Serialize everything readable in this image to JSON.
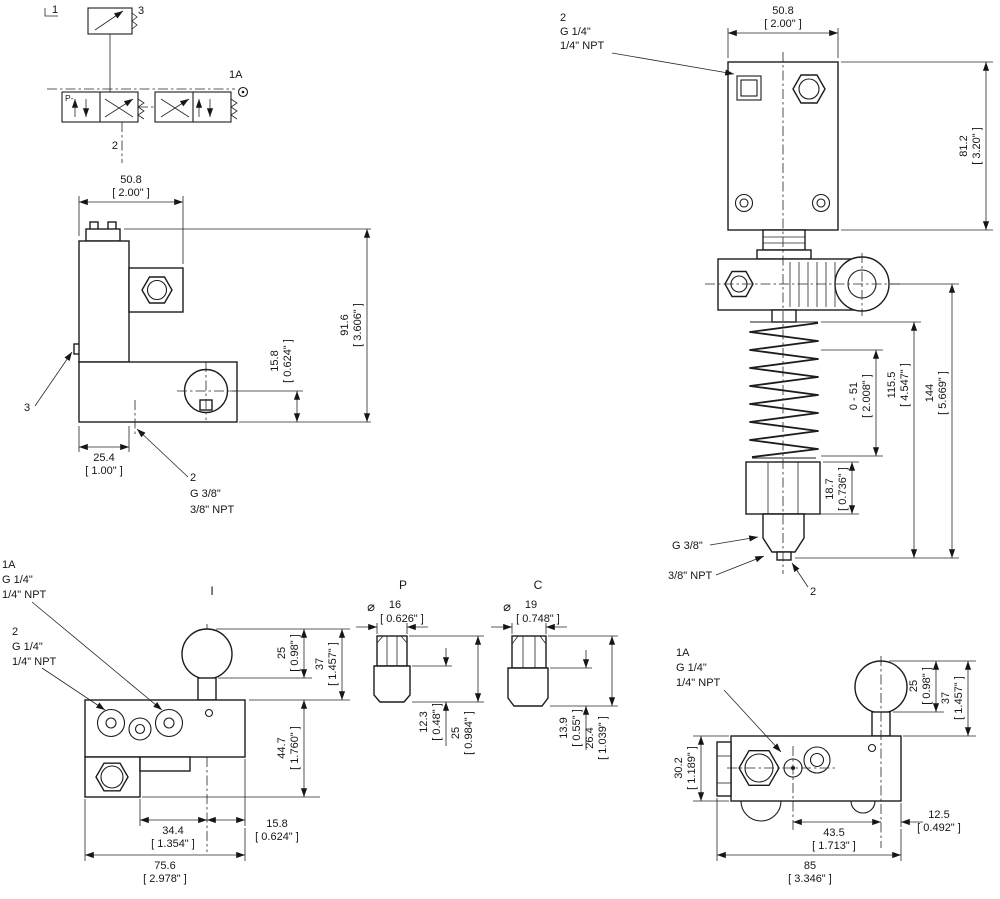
{
  "page": {
    "background": "#ffffff",
    "line_color": "#161616"
  },
  "schematic": {
    "r1": "1",
    "r3": "3",
    "r1a": "1A",
    "r2": "2",
    "p": "P-"
  },
  "side": {
    "w_mm": "50.8",
    "w_in": "[ 2.00\" ]",
    "h_mm": "91.6",
    "h_in": "[ 3.606\" ]",
    "o_mm": "15.8",
    "o_in": "[ 0.624\" ]",
    "b_mm": "25.4",
    "b_in": "[ 1.00\" ]",
    "r3": "3",
    "c2": "2",
    "c2g": "G 3/8\"",
    "c2npt": "3/8\" NPT"
  },
  "spring": {
    "w_mm": "50.8",
    "w_in": "[ 2.00\" ]",
    "c2": "2",
    "c2g": "G 1/4\"",
    "c2npt": "1/4\" NPT",
    "h1_mm": "81.2",
    "h1_in": "[ 3.20\" ]",
    "h2_mm": "144",
    "h2_in": "[ 5.669\" ]",
    "h3_mm": "115.5",
    "h3_in": "[ 4.547\" ]",
    "st_mm": "0 - 51",
    "st_in": "[ 2.008\" ]",
    "h4_mm": "18.7",
    "h4_in": "[ 0.736\" ]",
    "g38": "G 3/8\"",
    "npt38": "3/8\" NPT",
    "r2": "2"
  },
  "top": {
    "c1a": "1A",
    "c1ag": "G 1/4\"",
    "c1anpt": "1/4\" NPT",
    "c2": "2",
    "c2g": "G 1/4\"",
    "c2npt": "1/4\" NPT",
    "lever": "I",
    "d1_mm": "25",
    "d1_in": "[ 0.98\" ]",
    "d2_mm": "37",
    "d2_in": "[ 1.457\" ]",
    "d3_mm": "44.7",
    "d3_in": "[ 1.760\" ]",
    "d4_mm": "34.4",
    "d4_in": "[ 1.354\" ]",
    "d5_mm": "15.8",
    "d5_in": "[ 0.624\" ]",
    "d6_mm": "75.6",
    "d6_in": "[ 2.978\" ]"
  },
  "portP": {
    "label": "P",
    "phi": "⌀",
    "dia_mm": "16",
    "dia_in": "[ 0.626\" ]",
    "d1_mm": "12.3",
    "d1_in": "[ 0.48\" ]",
    "d2_mm": "25",
    "d2_in": "[ 0.984\" ]"
  },
  "portC": {
    "label": "C",
    "phi": "⌀",
    "dia_mm": "19",
    "dia_in": "[ 0.748\" ]",
    "d1_mm": "13.9",
    "d1_in": "[ 0.55\" ]",
    "d2_mm": "26.4",
    "d2_in": "[ 1.039\" ]"
  },
  "side2": {
    "c1a": "1A",
    "c1ag": "G 1/4\"",
    "c1anpt": "1/4\" NPT",
    "d1_mm": "25",
    "d1_in": "[ 0.98\" ]",
    "d2_mm": "37",
    "d2_in": "[ 1.457\" ]",
    "d3_mm": "30.2",
    "d3_in": "[ 1.189\" ]",
    "d4_mm": "43.5",
    "d4_in": "[ 1.713\" ]",
    "d5_mm": "12.5",
    "d5_in": "[ 0.492\" ]",
    "d6_mm": "85",
    "d6_in": "[ 3.346\" ]"
  }
}
